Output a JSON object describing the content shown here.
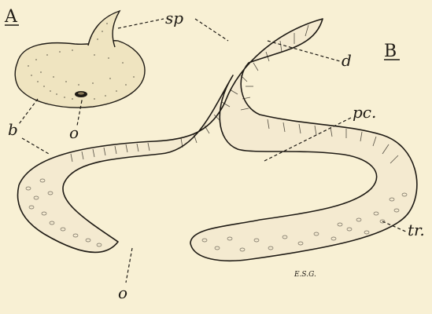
{
  "figure": {
    "panel_a": "A",
    "panel_b": "B",
    "labels": {
      "sp": "sp",
      "d": "d",
      "pc": "pc.",
      "b": "b",
      "o_a": "o",
      "o_b": "o",
      "tr": "tr.",
      "signature": "E.S.G."
    },
    "colors": {
      "paper": "#f8f0d4",
      "ink": "#1e1a14"
    }
  }
}
